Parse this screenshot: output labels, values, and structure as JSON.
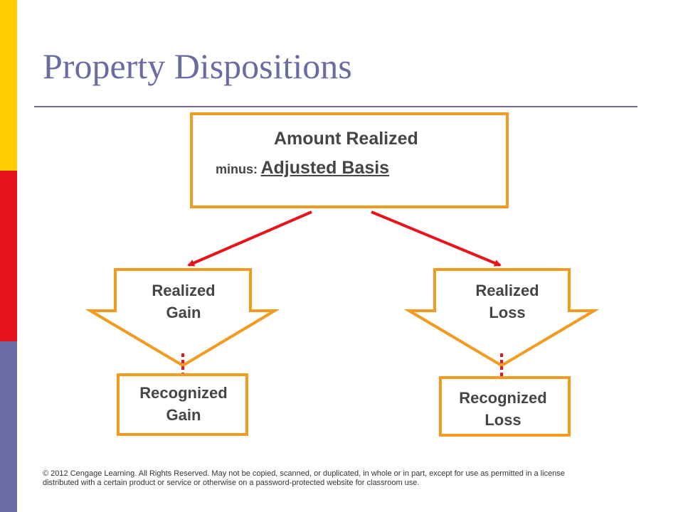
{
  "slide": {
    "title": "Property Dispositions",
    "colors": {
      "title": "#6b6ba3",
      "box_border": "#f39a1f",
      "arrow": "#e8141c",
      "side_yellow": "#ffcc00",
      "side_red": "#e8141c",
      "side_blue": "#6b6ba3"
    }
  },
  "diagram": {
    "top_box": {
      "line1": "Amount Realized",
      "minus_label": "minus",
      "colon": ":",
      "line2": "Adjusted Basis"
    },
    "realized_gain": {
      "line1": "Realized",
      "line2": "Gain"
    },
    "realized_loss": {
      "line1": "Realized",
      "line2": "Loss"
    },
    "recognized_gain": {
      "line1": "Recognized",
      "line2": "Gain"
    },
    "recognized_loss": {
      "line1": "Recognized",
      "line2": "Loss"
    }
  },
  "footer": {
    "copyright": "© 2012 Cengage Learning. All Rights Reserved. May not be copied, scanned, or duplicated, in whole or in part, except for use as permitted in a license distributed with a certain product or service or otherwise on a password-protected website for classroom use."
  }
}
